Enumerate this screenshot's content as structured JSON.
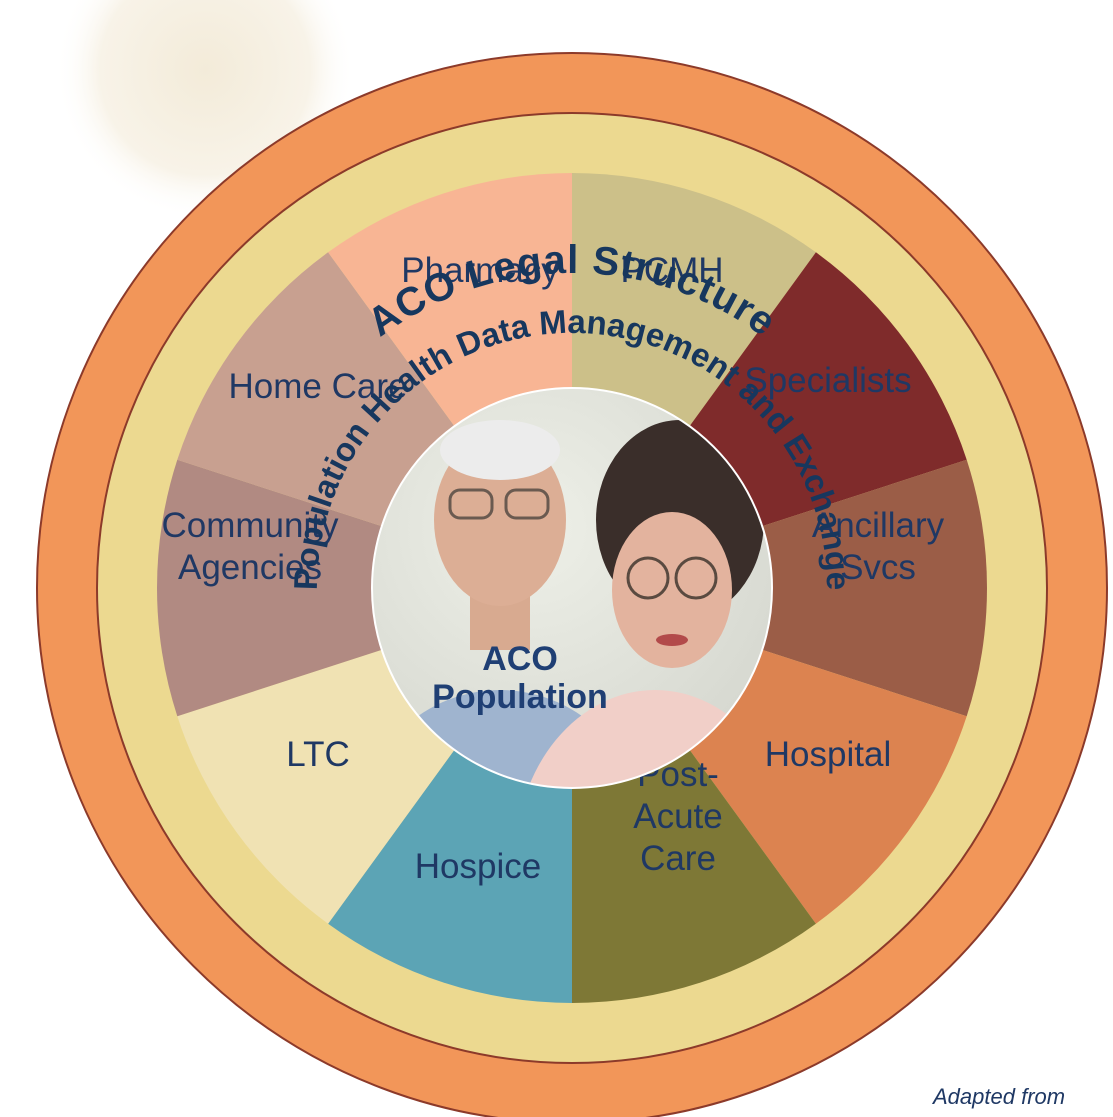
{
  "outer_ring_label": "ACO Legal Structure",
  "inner_ring_label": "Population Health Data Management and Exchange",
  "center": {
    "line1": "ACO",
    "line2": "Population"
  },
  "sectors": [
    {
      "lines": [
        "PCMH"
      ],
      "color": "#ccc089"
    },
    {
      "lines": [
        "Specialists"
      ],
      "color": "#7f2b2b"
    },
    {
      "lines": [
        "Ancillary",
        "Svcs"
      ],
      "color": "#9b5d47"
    },
    {
      "lines": [
        "Hospital"
      ],
      "color": "#dc8350"
    },
    {
      "lines": [
        "Post-",
        "Acute",
        "Care"
      ],
      "color": "#7e7836"
    },
    {
      "lines": [
        "Hospice"
      ],
      "color": "#5ca4b5"
    },
    {
      "lines": [
        "LTC"
      ],
      "color": "#f0e2b3"
    },
    {
      "lines": [
        "Community",
        "Agencies"
      ],
      "color": "#b18a82"
    },
    {
      "lines": [
        "Home Care"
      ],
      "color": "#c8a090"
    },
    {
      "lines": [
        "Pharmacy"
      ],
      "color": "#f8b594"
    }
  ],
  "colors": {
    "outer_ring": "#f29659",
    "inner_ring": "#ecd990",
    "ring_border": "#8c3a2a",
    "text": "#1f3864"
  },
  "credit": "Adapted from"
}
